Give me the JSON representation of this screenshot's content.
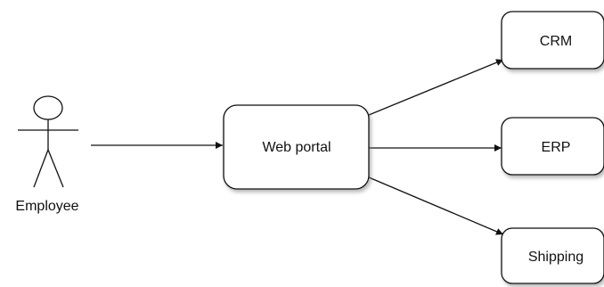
{
  "actor": {
    "label": "Employee"
  },
  "nodes": {
    "portal": {
      "label": "Web portal"
    },
    "crm": {
      "label": "CRM"
    },
    "erp": {
      "label": "ERP"
    },
    "shipping": {
      "label": "Shipping"
    }
  },
  "colors": {
    "stroke": "#111111",
    "box_fill": "#ffffff",
    "shadow": "#9a9a9a"
  }
}
